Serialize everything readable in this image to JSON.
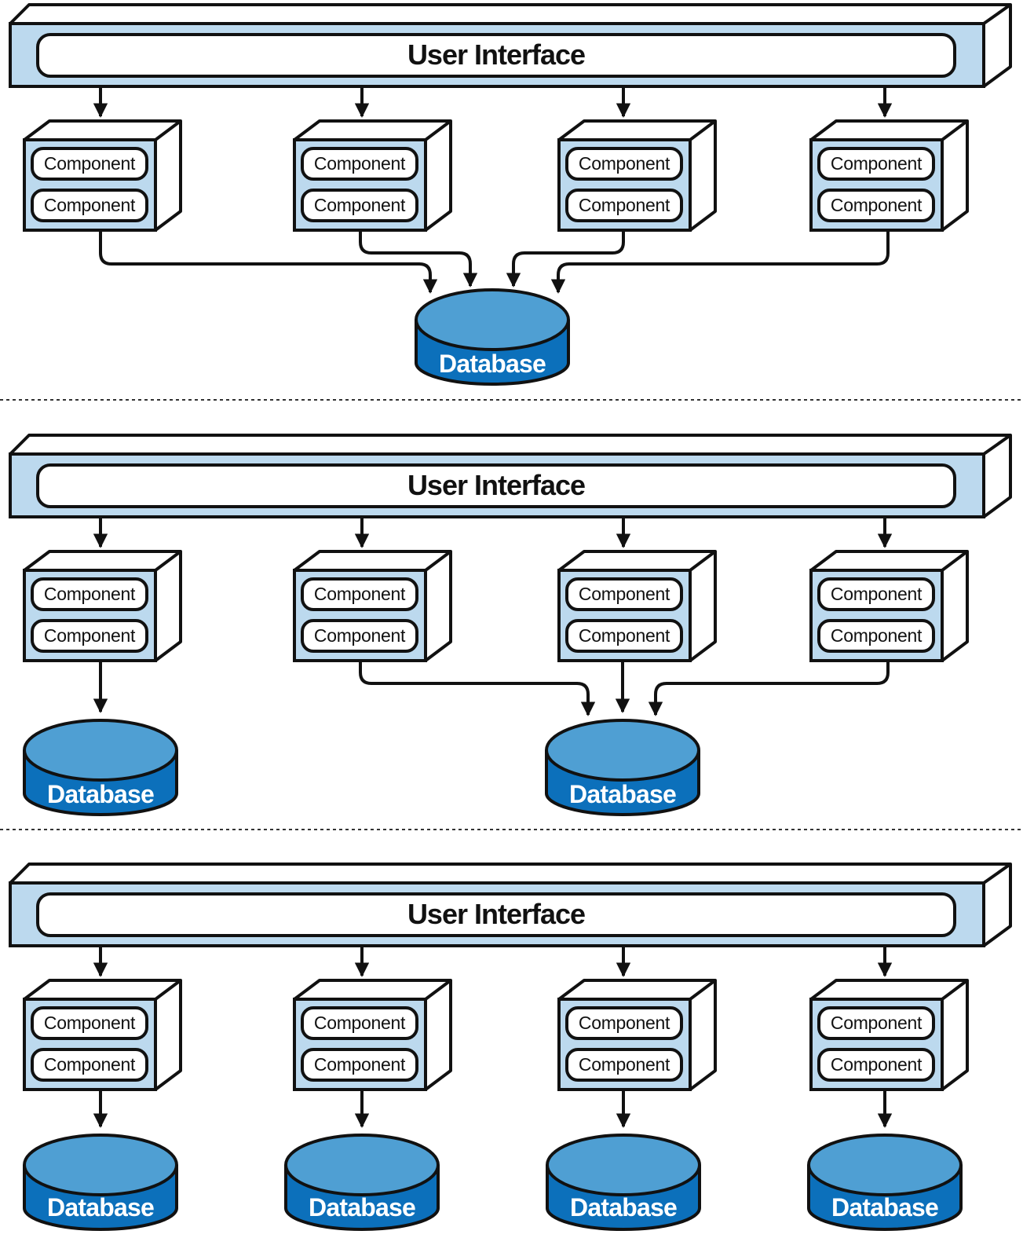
{
  "colors": {
    "box_fill": "#bcd9ee",
    "database_top": "#4f9fd3",
    "database_body": "#0c70bb",
    "stroke": "#111111",
    "pill_fill": "#ffffff",
    "separator": "#333333"
  },
  "panels": [
    {
      "name": "shared-database",
      "user_interface": {
        "label": "User Interface"
      },
      "services": [
        {
          "components": [
            "Component",
            "Component"
          ]
        },
        {
          "components": [
            "Component",
            "Component"
          ]
        },
        {
          "components": [
            "Component",
            "Component"
          ]
        },
        {
          "components": [
            "Component",
            "Component"
          ]
        }
      ],
      "databases": [
        {
          "label": "Database"
        }
      ],
      "service_to_database": [
        0,
        0,
        0,
        0
      ]
    },
    {
      "name": "partially-shared-databases",
      "user_interface": {
        "label": "User Interface"
      },
      "services": [
        {
          "components": [
            "Component",
            "Component"
          ]
        },
        {
          "components": [
            "Component",
            "Component"
          ]
        },
        {
          "components": [
            "Component",
            "Component"
          ]
        },
        {
          "components": [
            "Component",
            "Component"
          ]
        }
      ],
      "databases": [
        {
          "label": "Database"
        },
        {
          "label": "Database"
        }
      ],
      "service_to_database": [
        0,
        1,
        1,
        1
      ]
    },
    {
      "name": "database-per-service",
      "user_interface": {
        "label": "User Interface"
      },
      "services": [
        {
          "components": [
            "Component",
            "Component"
          ]
        },
        {
          "components": [
            "Component",
            "Component"
          ]
        },
        {
          "components": [
            "Component",
            "Component"
          ]
        },
        {
          "components": [
            "Component",
            "Component"
          ]
        }
      ],
      "databases": [
        {
          "label": "Database"
        },
        {
          "label": "Database"
        },
        {
          "label": "Database"
        },
        {
          "label": "Database"
        }
      ],
      "service_to_database": [
        0,
        1,
        2,
        3
      ]
    }
  ]
}
